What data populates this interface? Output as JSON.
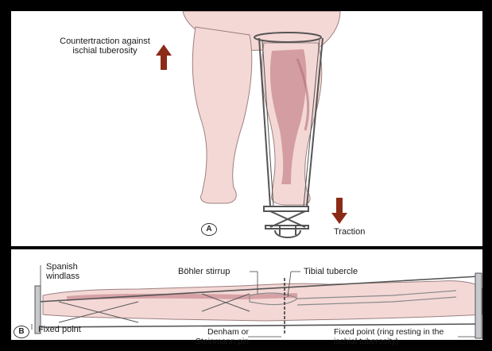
{
  "panel_a": {
    "letter": "A",
    "countertraction_label": "Countertraction against ischial tuberosity",
    "traction_label": "Traction"
  },
  "panel_b": {
    "letter": "B",
    "spanish_windlass": "Spanish windlass",
    "bohler_stirrup": "Böhler stirrup",
    "tibial_tubercle": "Tibial tubercle",
    "fixed_point_left": "Fixed point",
    "denham_pin": "Denham or Steinmann pin",
    "fixed_point_ring": "Fixed point (ring resting in the ischial tuberosity)"
  },
  "colors": {
    "skin": "#f4d8d6",
    "muscle": "#c98a90",
    "arrow": "#8b2b17",
    "frame": "#555555"
  }
}
